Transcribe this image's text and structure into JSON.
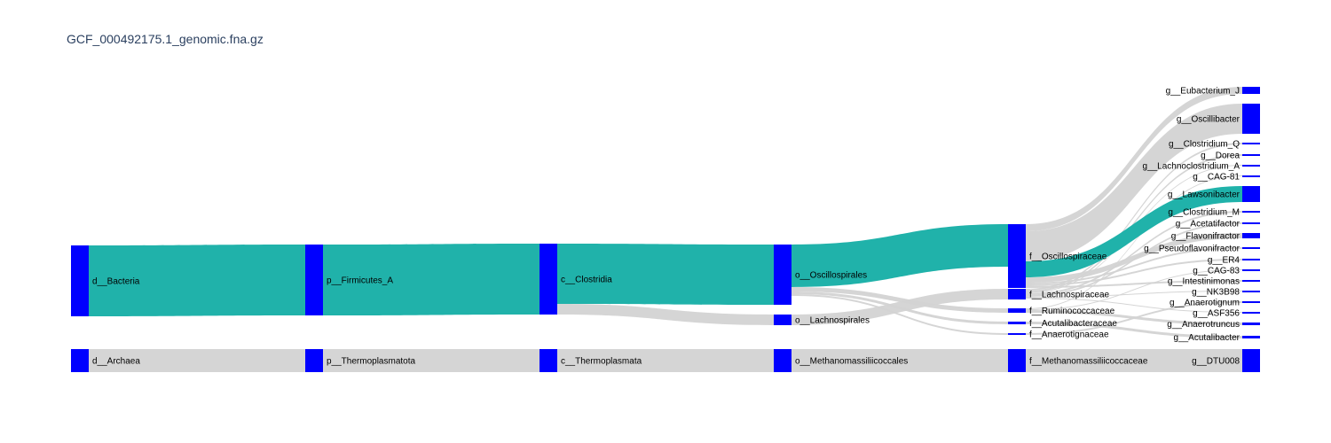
{
  "title": "GCF_000492175.1_genomic.fna.gz",
  "colors": {
    "node": "#0000ff",
    "highlight_link": "#20b2aa",
    "link": "#d3d3d3",
    "title": "#2a3f5f"
  },
  "nodes": [
    {
      "id": "d_bac",
      "label": "d__Bacteria",
      "level": 0
    },
    {
      "id": "d_arc",
      "label": "d__Archaea",
      "level": 0
    },
    {
      "id": "p_firm",
      "label": "p__Firmicutes_A",
      "level": 1
    },
    {
      "id": "p_ther",
      "label": "p__Thermoplasmatota",
      "level": 1
    },
    {
      "id": "c_clos",
      "label": "c__Clostridia",
      "level": 2
    },
    {
      "id": "c_ther",
      "label": "c__Thermoplasmata",
      "level": 2
    },
    {
      "id": "o_osc",
      "label": "o__Oscillospirales",
      "level": 3
    },
    {
      "id": "o_lach",
      "label": "o__Lachnospirales",
      "level": 3
    },
    {
      "id": "o_meth",
      "label": "o__Methanomassiliicoccales",
      "level": 3
    },
    {
      "id": "f_osc",
      "label": "f__Oscillospiraceae",
      "level": 4
    },
    {
      "id": "f_lach",
      "label": "f__Lachnospiraceae",
      "level": 4
    },
    {
      "id": "f_rum",
      "label": "f__Ruminococcaceae",
      "level": 4
    },
    {
      "id": "f_acu",
      "label": "f__Acutalibacteraceae",
      "level": 4
    },
    {
      "id": "f_ana",
      "label": "f__Anaerotignaceae",
      "level": 4
    },
    {
      "id": "f_meth",
      "label": "f__Methanomassiliicoccaceae",
      "level": 4
    },
    {
      "id": "g_eub",
      "label": "g__Eubacterium_J",
      "level": 5
    },
    {
      "id": "g_osc",
      "label": "g__Oscillibacter",
      "level": 5
    },
    {
      "id": "g_cloq",
      "label": "g__Clostridium_Q",
      "level": 5
    },
    {
      "id": "g_dor",
      "label": "g__Dorea",
      "level": 5
    },
    {
      "id": "g_lcA",
      "label": "g__Lachnoclostridium_A",
      "level": 5
    },
    {
      "id": "g_c81",
      "label": "g__CAG-81",
      "level": 5
    },
    {
      "id": "g_law",
      "label": "g__Lawsonibacter",
      "level": 5
    },
    {
      "id": "g_clom",
      "label": "g__Clostridium_M",
      "level": 5
    },
    {
      "id": "g_ace",
      "label": "g__Acetatifactor",
      "level": 5
    },
    {
      "id": "g_fla",
      "label": "g__Flavonifractor",
      "level": 5
    },
    {
      "id": "g_pse",
      "label": "g__Pseudoflavonifractor",
      "level": 5
    },
    {
      "id": "g_er4",
      "label": "g__ER4",
      "level": 5
    },
    {
      "id": "g_c83",
      "label": "g__CAG-83",
      "level": 5
    },
    {
      "id": "g_int",
      "label": "g__Intestinimonas",
      "level": 5
    },
    {
      "id": "g_nk3",
      "label": "g__NK3B98",
      "level": 5
    },
    {
      "id": "g_ant",
      "label": "g__Anaerotignum",
      "level": 5
    },
    {
      "id": "g_asf",
      "label": "g__ASF356",
      "level": 5
    },
    {
      "id": "g_antr",
      "label": "g__Anaerotruncus",
      "level": 5
    },
    {
      "id": "g_acu",
      "label": "g__Acutalibacter",
      "level": 5
    },
    {
      "id": "g_dtu",
      "label": "g__DTU008",
      "level": 5
    }
  ],
  "links": [
    {
      "source": "d_bac",
      "target": "p_firm",
      "value": 80,
      "highlight": true
    },
    {
      "source": "d_arc",
      "target": "p_ther",
      "value": 26,
      "highlight": false
    },
    {
      "source": "p_firm",
      "target": "c_clos",
      "value": 80,
      "highlight": true
    },
    {
      "source": "p_ther",
      "target": "c_ther",
      "value": 26,
      "highlight": false
    },
    {
      "source": "c_clos",
      "target": "o_osc",
      "value": 68,
      "highlight": true
    },
    {
      "source": "c_clos",
      "target": "o_lach",
      "value": 12,
      "highlight": false
    },
    {
      "source": "c_ther",
      "target": "o_meth",
      "value": 26,
      "highlight": false
    },
    {
      "source": "o_osc",
      "target": "f_osc",
      "value": 48,
      "highlight": true
    },
    {
      "source": "o_osc",
      "target": "f_rum",
      "value": 5,
      "highlight": false
    },
    {
      "source": "o_osc",
      "target": "f_acu",
      "value": 3,
      "highlight": false
    },
    {
      "source": "o_lach",
      "target": "f_lach",
      "value": 12,
      "highlight": false
    },
    {
      "source": "o_osc",
      "target": "f_ana",
      "value": 2,
      "highlight": false
    },
    {
      "source": "o_meth",
      "target": "f_meth",
      "value": 26,
      "highlight": false
    },
    {
      "source": "f_osc",
      "target": "g_eub",
      "value": 8,
      "highlight": false
    },
    {
      "source": "f_osc",
      "target": "g_osc",
      "value": 34,
      "highlight": false
    },
    {
      "source": "f_lach",
      "target": "g_cloq",
      "value": 2,
      "highlight": false
    },
    {
      "source": "f_lach",
      "target": "g_dor",
      "value": 2,
      "highlight": false
    },
    {
      "source": "f_lach",
      "target": "g_lcA",
      "value": 1,
      "highlight": false
    },
    {
      "source": "f_rum",
      "target": "g_c81",
      "value": 1,
      "highlight": false
    },
    {
      "source": "f_osc",
      "target": "g_law",
      "value": 18,
      "highlight": true
    },
    {
      "source": "f_lach",
      "target": "g_clom",
      "value": 2,
      "highlight": false
    },
    {
      "source": "f_lach",
      "target": "g_ace",
      "value": 2,
      "highlight": false
    },
    {
      "source": "f_osc",
      "target": "g_fla",
      "value": 6,
      "highlight": false
    },
    {
      "source": "f_osc",
      "target": "g_pse",
      "value": 2,
      "highlight": false
    },
    {
      "source": "f_osc",
      "target": "g_er4",
      "value": 2,
      "highlight": false
    },
    {
      "source": "f_rum",
      "target": "g_c83",
      "value": 1,
      "highlight": false
    },
    {
      "source": "f_osc",
      "target": "g_int",
      "value": 2,
      "highlight": false
    },
    {
      "source": "f_lach",
      "target": "g_nk3",
      "value": 1,
      "highlight": false
    },
    {
      "source": "f_ana",
      "target": "g_ant",
      "value": 2,
      "highlight": false
    },
    {
      "source": "f_lach",
      "target": "g_asf",
      "value": 1,
      "highlight": false
    },
    {
      "source": "f_rum",
      "target": "g_antr",
      "value": 3,
      "highlight": false
    },
    {
      "source": "f_acu",
      "target": "g_acu",
      "value": 3,
      "highlight": false
    },
    {
      "source": "f_meth",
      "target": "g_dtu",
      "value": 26,
      "highlight": false
    }
  ]
}
